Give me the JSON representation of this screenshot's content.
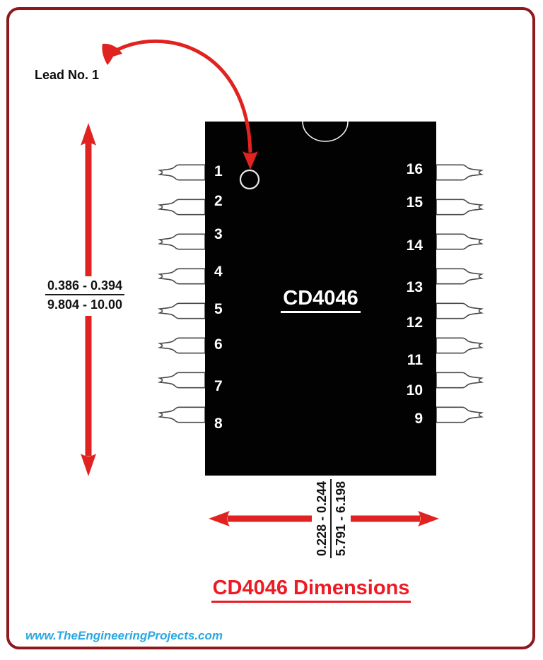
{
  "diagram": {
    "lead_label": "Lead No. 1",
    "chip_name": "CD4046",
    "title": "CD4046 Dimensions",
    "website": "www.TheEngineeringProjects.com"
  },
  "dimensions": {
    "height": {
      "inches": "0.386 - 0.394",
      "mm": "9.804 - 10.00"
    },
    "width": {
      "inches": "0.228 - 0.244",
      "mm": "5.791 - 6.198"
    }
  },
  "pins": {
    "left": [
      "1",
      "2",
      "3",
      "4",
      "5",
      "6",
      "7",
      "8"
    ],
    "right": [
      "16",
      "15",
      "14",
      "13",
      "12",
      "11",
      "10",
      "9"
    ]
  },
  "colors": {
    "arrow_red": "#e02320",
    "title_red": "#ed1c24",
    "border_maroon": "#8e191d",
    "website_blue": "#29a8e1",
    "chip_black": "#020202",
    "pin_outline": "#4a4a4a"
  }
}
